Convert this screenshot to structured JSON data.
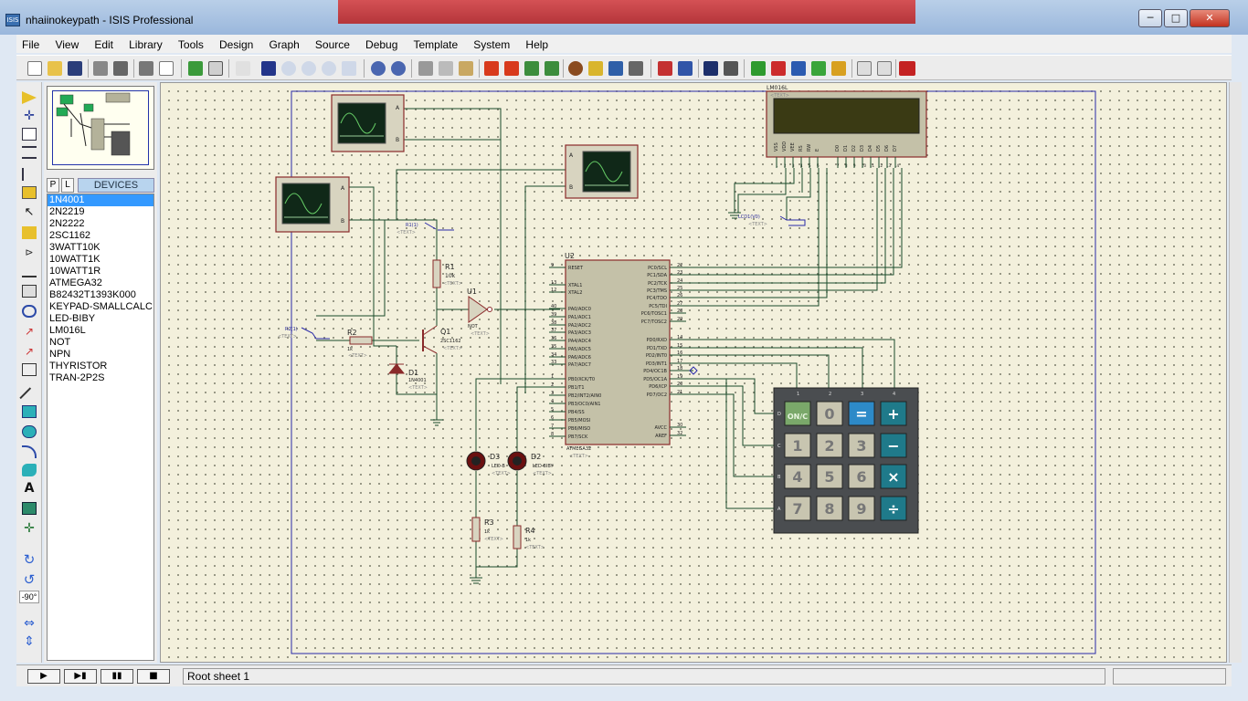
{
  "window": {
    "title": "nhaiinokeypath - ISIS Professional",
    "icon_label": "ISIS",
    "controls": {
      "minimize": "─",
      "maximize": "□",
      "close": "✕"
    }
  },
  "menu": [
    "File",
    "View",
    "Edit",
    "Library",
    "Tools",
    "Design",
    "Graph",
    "Source",
    "Debug",
    "Template",
    "System",
    "Help"
  ],
  "left_tools": {
    "rotation": "-90°"
  },
  "device_panel": {
    "p_label": "P",
    "l_label": "L",
    "title": "DEVICES",
    "devices": [
      "1N4001",
      "2N2219",
      "2N2222",
      "2SC1162",
      "3WATT10K",
      "10WATT1K",
      "10WATT1R",
      "ATMEGA32",
      "B82432T1393K000",
      "KEYPAD-SMALLCALC",
      "LED-BIBY",
      "LM016L",
      "NOT",
      "NPN",
      "THYRISTOR",
      "TRAN-2P2S"
    ],
    "selected": "1N4001"
  },
  "schematic": {
    "text_placeholder": "<TEXT>",
    "lcd": {
      "label": "LM016L",
      "pins": [
        "VSS",
        "VDD",
        "VEE",
        "RS",
        "RW",
        "E",
        "D0",
        "D1",
        "D2",
        "D3",
        "D4",
        "D5",
        "D6",
        "D7"
      ],
      "pin_nums": [
        "1",
        "2",
        "3",
        "4",
        "5",
        "6",
        "7",
        "8",
        "9",
        "10",
        "11",
        "12",
        "13",
        "14"
      ],
      "probe": "LCD1(V0)"
    },
    "mcu": {
      "ref": "U2",
      "part": "ATMEGA32",
      "left_pins": [
        {
          "num": "9",
          "name": "RESET"
        },
        {
          "num": "13",
          "name": "XTAL1"
        },
        {
          "num": "12",
          "name": "XTAL2"
        },
        {
          "num": "40",
          "name": "PA0/ADC0"
        },
        {
          "num": "39",
          "name": "PA1/ADC1"
        },
        {
          "num": "38",
          "name": "PA2/ADC2"
        },
        {
          "num": "37",
          "name": "PA3/ADC3"
        },
        {
          "num": "36",
          "name": "PA4/ADC4"
        },
        {
          "num": "35",
          "name": "PA5/ADC5"
        },
        {
          "num": "34",
          "name": "PA6/ADC6"
        },
        {
          "num": "33",
          "name": "PA7/ADC7"
        },
        {
          "num": "1",
          "name": "PB0/XCK/T0"
        },
        {
          "num": "2",
          "name": "PB1/T1"
        },
        {
          "num": "3",
          "name": "PB2/INT2/AIN0"
        },
        {
          "num": "4",
          "name": "PB3/OC0/AIN1"
        },
        {
          "num": "5",
          "name": "PB4/SS"
        },
        {
          "num": "6",
          "name": "PB5/MOSI"
        },
        {
          "num": "7",
          "name": "PB6/MISO"
        },
        {
          "num": "8",
          "name": "PB7/SCK"
        }
      ],
      "right_pins": [
        {
          "num": "22",
          "name": "PC0/SCL"
        },
        {
          "num": "23",
          "name": "PC1/SDA"
        },
        {
          "num": "24",
          "name": "PC2/TCK"
        },
        {
          "num": "25",
          "name": "PC3/TMS"
        },
        {
          "num": "26",
          "name": "PC4/TDO"
        },
        {
          "num": "27",
          "name": "PC5/TDI"
        },
        {
          "num": "28",
          "name": "PC6/TOSC1"
        },
        {
          "num": "29",
          "name": "PC7/TOSC2"
        },
        {
          "num": "14",
          "name": "PD0/RXD"
        },
        {
          "num": "15",
          "name": "PD1/TXD"
        },
        {
          "num": "16",
          "name": "PD2/INT0"
        },
        {
          "num": "17",
          "name": "PD3/INT1"
        },
        {
          "num": "18",
          "name": "PD4/OC1B"
        },
        {
          "num": "19",
          "name": "PD5/OC1A"
        },
        {
          "num": "20",
          "name": "PD6/ICP"
        },
        {
          "num": "21",
          "name": "PD7/OC2"
        },
        {
          "num": "30",
          "name": "AVCC"
        },
        {
          "num": "32",
          "name": "AREF"
        }
      ]
    },
    "r1": {
      "ref": "R1",
      "value": "10k",
      "probe": "R1(1)"
    },
    "r2": {
      "ref": "R2",
      "value": "1k",
      "probe": "R2(1)"
    },
    "r3": {
      "ref": "R3",
      "value": "1k"
    },
    "r4": {
      "ref": "R4",
      "value": "1k"
    },
    "q1": {
      "ref": "Q1",
      "value": "2SC1162"
    },
    "d1": {
      "ref": "D1",
      "value": "1N4001"
    },
    "u1": {
      "ref": "U1",
      "value": "NOT"
    },
    "d2": {
      "ref": "D2",
      "value": "LED-BIBY"
    },
    "d3": {
      "ref": "D3",
      "value": "LED-B"
    },
    "scope_pins": {
      "a": "A",
      "b": "B"
    },
    "keypad": {
      "col_labels": [
        "1",
        "2",
        "3",
        "4"
      ],
      "row_labels": [
        "D",
        "C",
        "B",
        "A"
      ],
      "keys": [
        [
          "ON/C",
          "0",
          "=",
          "+"
        ],
        [
          "1",
          "2",
          "3",
          "−"
        ],
        [
          "4",
          "5",
          "6",
          "×"
        ],
        [
          "7",
          "8",
          "9",
          "÷"
        ]
      ]
    }
  },
  "status": {
    "sheet": "Root sheet 1",
    "sim_buttons": [
      "▶",
      "▶▮",
      "▮▮",
      "■"
    ]
  }
}
